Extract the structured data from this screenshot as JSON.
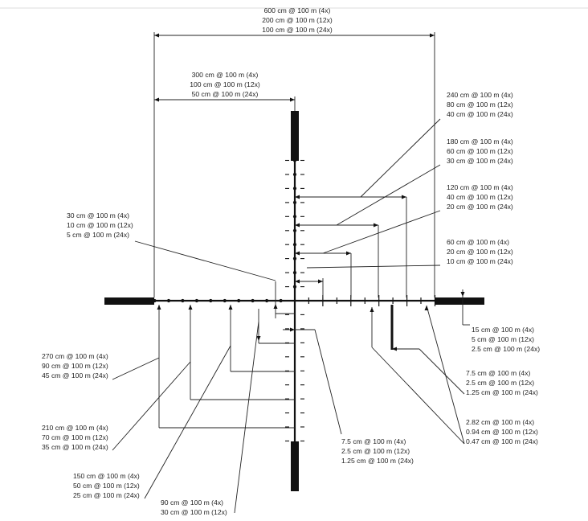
{
  "labels": {
    "top_outer": [
      "600 cm @ 100 m (4x)",
      "200 cm @ 100 m (12x)",
      "100 cm @ 100 m (24x)"
    ],
    "top_inner": [
      "300 cm @ 100 m (4x)",
      "100 cm @ 100 m (12x)",
      "50 cm @ 100 m (24x)"
    ],
    "right_240": [
      "240 cm @ 100 m (4x)",
      "80 cm @ 100 m (12x)",
      "40 cm @ 100 m (24x)"
    ],
    "right_180": [
      "180 cm @ 100 m (4x)",
      "60 cm @ 100 m (12x)",
      "30 cm @ 100 m (24x)"
    ],
    "right_120": [
      "120 cm @ 100 m (4x)",
      "40 cm @ 100 m (12x)",
      "20 cm @ 100 m (24x)"
    ],
    "right_60": [
      "60 cm @ 100 m (4x)",
      "20 cm @ 100 m (12x)",
      "10 cm @ 100 m (24x)"
    ],
    "left_30": [
      "30 cm @ 100 m (4x)",
      "10 cm @ 100 m (12x)",
      "5 cm @ 100 m (24x)"
    ],
    "right_15": [
      "15 cm @ 100 m (4x)",
      "5 cm @ 100 m (12x)",
      "2.5 cm @ 100 m (24x)"
    ],
    "right_7_5": [
      "7.5 cm @ 100 m (4x)",
      "2.5 cm @ 100 m (12x)",
      "1.25 cm @ 100 m (24x)"
    ],
    "right_2_82": [
      "2.82 cm @ 100 m (4x)",
      "0.94 cm @ 100 m (12x)",
      "0.47 cm @ 100 m (24x)"
    ],
    "left_270": [
      "270 cm @ 100 m (4x)",
      "90 cm @ 100 m (12x)",
      "45 cm @ 100 m (24x)"
    ],
    "left_210": [
      "210 cm @ 100 m (4x)",
      "70 cm @ 100 m (12x)",
      "35 cm @ 100 m (24x)"
    ],
    "bottom_7_5": [
      "7.5 cm @ 100 m (4x)",
      "2.5 cm @ 100 m (12x)",
      "1.25 cm @ 100 m (24x)"
    ],
    "left_150": [
      "150 cm @ 100 m (4x)",
      "50 cm @ 100 m (12x)",
      "25 cm @ 100 m (24x)"
    ],
    "bottom_90": [
      "90 cm @ 100 m (4x)",
      "30 cm @ 100 m (12x)"
    ]
  }
}
